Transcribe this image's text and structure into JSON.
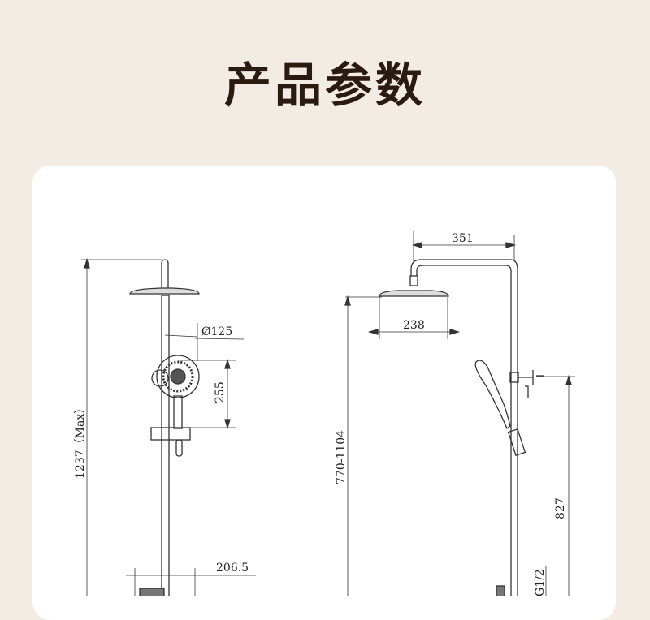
{
  "page_title": "产品参数",
  "colors": {
    "background": "#f2ece4",
    "card": "#ffffff",
    "title": "#2b1a10",
    "line": "#333333"
  },
  "side_view": {
    "total_height": "1237（Max）",
    "hand_shower_diameter": "Ø125",
    "hand_shower_length": "255",
    "bottom_width": "206.5"
  },
  "front_view": {
    "arm_length": "351",
    "head_diameter": "238",
    "height_range": "770-1104",
    "inlet_height": "827",
    "thread": "G1/2"
  }
}
